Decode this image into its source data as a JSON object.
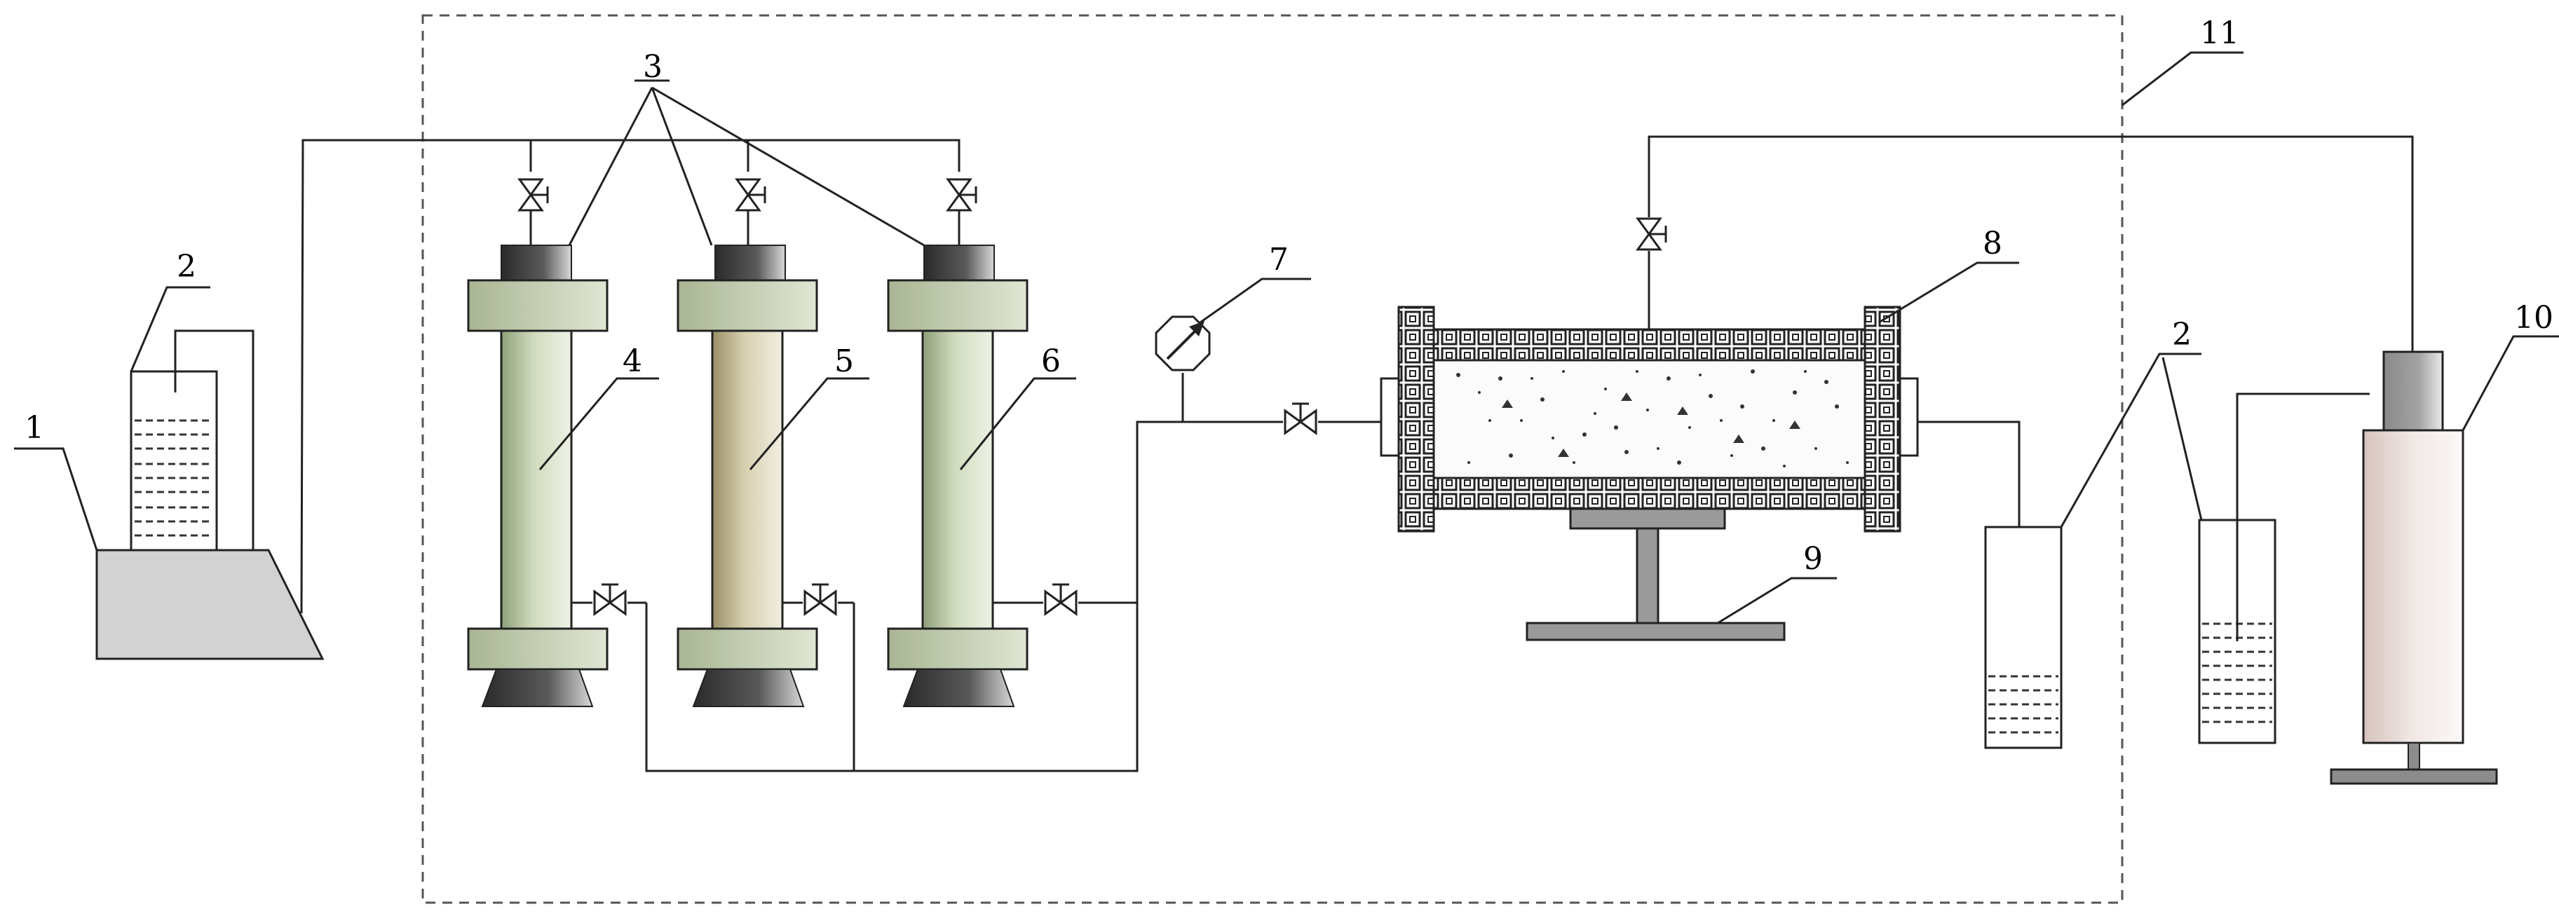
{
  "figure": {
    "labels": {
      "pump": "1",
      "beaker_left": "2",
      "valves": "3",
      "col_a": "4",
      "col_b": "5",
      "col_c": "6",
      "gauge": "7",
      "holder": "8",
      "stand": "9",
      "collector": "10",
      "boundary": "11",
      "beaker_right": "2"
    }
  },
  "colors": {
    "line": "#222222",
    "pump_gray": "#d2d2d2",
    "column_green": "#b8c6a2",
    "column_tan": "#c6bf9c",
    "collector_pink": "#eadcd8",
    "base_gray": "#8c8c8c"
  }
}
